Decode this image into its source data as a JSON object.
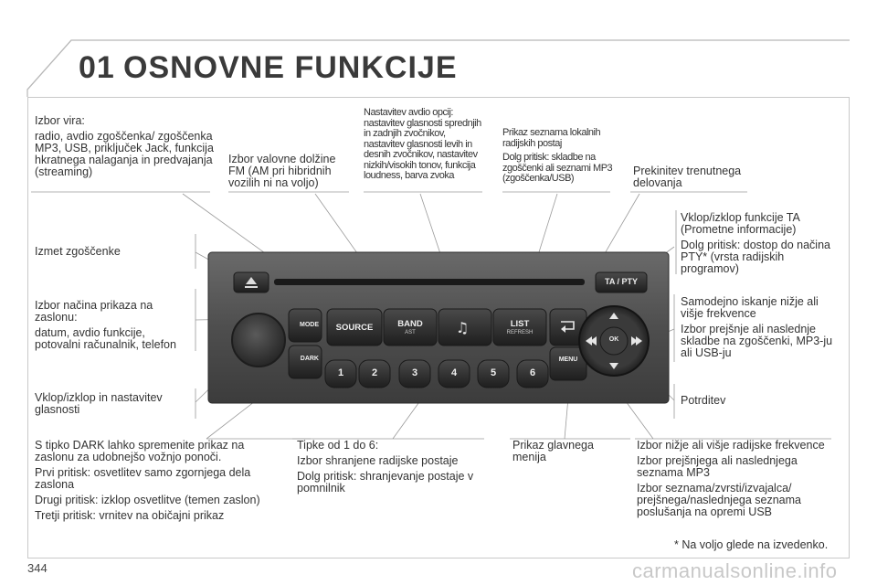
{
  "header": {
    "chapter_number": "01",
    "chapter_title": "OSNOVNE FUNKCIJE"
  },
  "labels": {
    "izbor_vira": {
      "title": "Izbor vira:",
      "desc": "radio, avdio zgoščenka/ zgoščenka MP3, USB, priključek Jack, funkcija hkratnega nalaganja in predvajanja (streaming)"
    },
    "izbor_valovne": "Izbor valovne dolžine FM (AM pri hibridnih vozilih ni na voljo)",
    "nastavitev_avdio": "Nastavitev avdio opcij: nastavitev glasnosti sprednjih in zadnjih zvočnikov, nastavitev glasnosti levih in desnih zvočnikov, nastavitev nizkih/visokih tonov, funkcija loudness, barva zvoka",
    "prikaz_seznama": {
      "title": "Prikaz seznama lokalnih radijskih postaj",
      "desc": "Dolg pritisk: skladbe na zgoščenki ali seznami MP3 (zgoščenka/USB)"
    },
    "prekinitev": "Prekinitev trenutnega delovanja",
    "vklop_ta": {
      "title": "Vklop/izklop funkcije TA (Prometne informacije)",
      "desc": "Dolg pritisk: dostop do načina PTY* (vrsta radijskih programov)"
    },
    "izmet": "Izmet zgoščenke",
    "izbor_nacina": {
      "title": "Izbor načina prikaza na zaslonu:",
      "desc": "datum, avdio funkcije, potovalni računalnik, telefon"
    },
    "samodejno": {
      "title": "Samodejno iskanje nižje ali višje frekvence",
      "desc": "Izbor prejšnje ali naslednje skladbe na zgoščenki, MP3-ju ali USB-ju"
    },
    "vklop_glasnost": "Vklop/izklop in nastavitev glasnosti",
    "potrditev": "Potrditev",
    "dark": {
      "line1": "S tipko DARK lahko spremenite prikaz na zaslonu za udobnejšo vožnjo ponoči.",
      "line2": "Prvi pritisk: osvetlitev samo zgornjega dela zaslona",
      "line3": "Drugi pritisk: izklop osvetlitve (temen zaslon)",
      "line4": "Tretji pritisk: vrnitev na običajni prikaz"
    },
    "tipke": {
      "line1": "Tipke od 1 do 6:",
      "line2": "Izbor shranjene radijske postaje",
      "line3": "Dolg pritisk: shranjevanje postaje v pomnilnik"
    },
    "prikaz_menija": "Prikaz glavnega menija",
    "izbor_nizje": {
      "line1": "Izbor nižje ali višje radijske frekvence",
      "line2": "Izbor prejšnjega ali naslednjega seznama MP3",
      "line3": "Izbor seznama/zvrsti/izvajalca/ prejšnega/naslednjega seznama poslušanja na opremi USB"
    }
  },
  "radio": {
    "source": "SOURCE",
    "band": "BAND",
    "band_sub": "AST",
    "list": "LIST",
    "list_sub": "REFRESH",
    "mode": "MODE",
    "dark": "DARK",
    "menu": "MENU",
    "ok": "OK",
    "ta_pty": "TA / PTY",
    "presets": [
      "1",
      "2",
      "3",
      "4",
      "5",
      "6"
    ]
  },
  "footer": {
    "page_number": "344",
    "footnote": "* Na voljo glede na izvedenko.",
    "watermark": "carmanualsonline.info"
  }
}
